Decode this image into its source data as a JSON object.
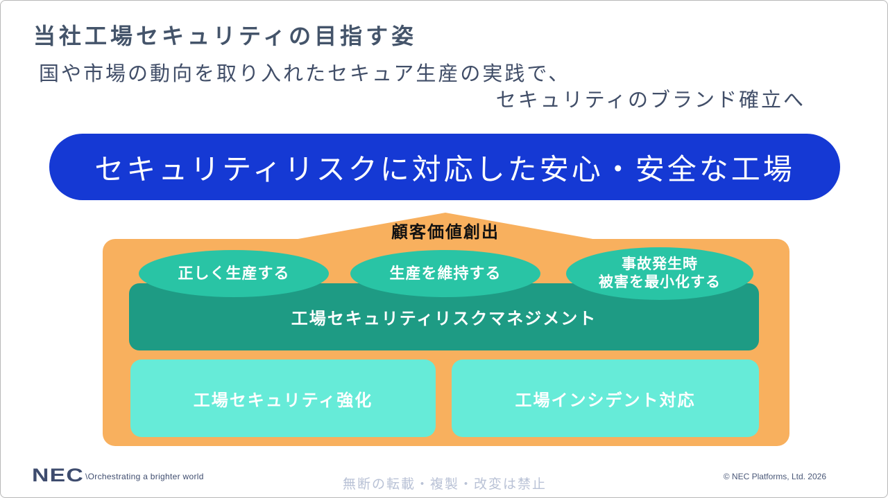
{
  "slide": {
    "title": "当社工場セキュリティの目指す姿",
    "subtitle_line1": "国や市場の動向を取り入れたセキュア生産の実践で、",
    "subtitle_line2": "セキュリティのブランド確立へ",
    "banner_label": "セキュリティリスクに対応した安心・安全な工場"
  },
  "house": {
    "roof_label": "顧客価値創出",
    "goals": [
      {
        "label": "正しく生産する"
      },
      {
        "label": "生産を維持する"
      },
      {
        "line1": "事故発生時",
        "line2": "被害を最小化する"
      }
    ],
    "management_label": "工場セキュリティリスクマネジメント",
    "pillars": [
      {
        "label": "工場セキュリティ強化"
      },
      {
        "label": "工場インシデント対応"
      }
    ]
  },
  "footer": {
    "logo_text": "NEC",
    "tagline": "\\Orchestrating a brighter world",
    "notice": "無断の転載・複製・改変は禁止",
    "copyright": "© NEC Platforms, Ltd. 2026"
  },
  "colors": {
    "accent_blue": "#1539D4",
    "house_orange": "#F8B05E",
    "goal_teal": "#29C4A5",
    "management_teal": "#1E9B84",
    "pillar_aqua": "#66EBD8",
    "title_navy": "#44546A"
  }
}
